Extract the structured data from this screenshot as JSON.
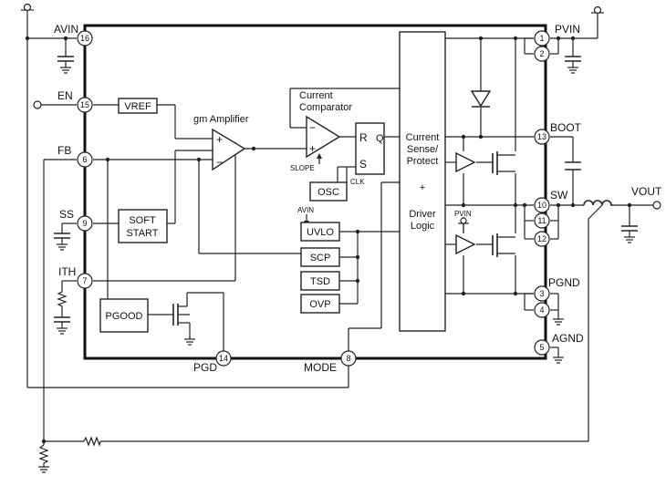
{
  "pins": {
    "avin": {
      "num": "16",
      "name": "AVIN"
    },
    "en": {
      "num": "15",
      "name": "EN"
    },
    "fb": {
      "num": "6",
      "name": "FB"
    },
    "ss": {
      "num": "9",
      "name": "SS"
    },
    "ith": {
      "num": "7",
      "name": "ITH"
    },
    "pgd": {
      "num": "14",
      "name": "PGD"
    },
    "mode": {
      "num": "8",
      "name": "MODE"
    },
    "pvin1": {
      "num": "1",
      "name": "PVIN"
    },
    "pvin2": {
      "num": "2"
    },
    "boot": {
      "num": "13",
      "name": "BOOT"
    },
    "sw1": {
      "num": "10",
      "name": "SW"
    },
    "sw2": {
      "num": "11"
    },
    "sw3": {
      "num": "12"
    },
    "pgnd1": {
      "num": "3",
      "name": "PGND"
    },
    "pgnd2": {
      "num": "4"
    },
    "agnd": {
      "num": "5",
      "name": "AGND"
    }
  },
  "blocks": {
    "vref": "VREF",
    "soft_start": [
      "SOFT",
      "START"
    ],
    "pgood": "PGOOD",
    "osc": "OSC",
    "uvlo": "UVLO",
    "scp": "SCP",
    "tsd": "TSD",
    "ovp": "OVP",
    "gm_amplifier": "gm Amplifier",
    "current_comparator": [
      "Current",
      "Comparator"
    ],
    "latch_r": "R",
    "latch_s": "S",
    "latch_q": "Q",
    "driver": [
      "Current",
      "Sense/",
      "Protect",
      "+",
      "Driver",
      "Logic"
    ]
  },
  "labels": {
    "slope": "SLOPE",
    "clk": "CLK",
    "avin_small": "AVIN",
    "pvin_small": "PVIN",
    "vout": "VOUT",
    "plus": "+",
    "minus": "−"
  }
}
